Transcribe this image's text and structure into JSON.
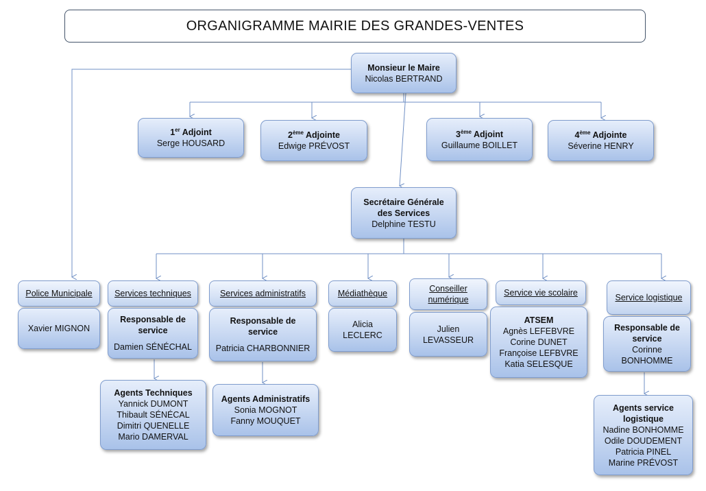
{
  "title": "ORGANIGRAMME MAIRIE DES GRANDES-VENTES",
  "maire": {
    "role": "Monsieur le Maire",
    "name": "Nicolas BERTRAND"
  },
  "adjoints": [
    {
      "num": "1",
      "sup": "er",
      "role": " Adjoint",
      "name": "Serge HOUSARD"
    },
    {
      "num": "2",
      "sup": "ème",
      "role": " Adjointe",
      "name": "Edwige PRÉVOST"
    },
    {
      "num": "3",
      "sup": "ème",
      "role": " Adjoint",
      "name": "Guillaume BOILLET"
    },
    {
      "num": "4",
      "sup": "ème",
      "role": " Adjointe",
      "name": "Séverine HENRY"
    }
  ],
  "secretaire": {
    "role_line1": "Secrétaire Générale",
    "role_line2": "des Services",
    "name": "Delphine TESTU"
  },
  "services": {
    "police": {
      "header": "Police Municipale",
      "name": "Xavier MIGNON"
    },
    "techniques": {
      "header": "Services techniques",
      "resp_role_1": "Responsable de",
      "resp_role_2": "service",
      "resp_name": "Damien SÉNÉCHAL",
      "agents_title": "Agents Techniques",
      "agents": [
        "Yannick DUMONT",
        "Thibault SÉNÉCAL",
        "Dimitri QUENELLE",
        "Mario DAMERVAL"
      ]
    },
    "administratifs": {
      "header": "Services administratifs",
      "resp_role_1": "Responsable de",
      "resp_role_2": "service",
      "resp_name": "Patricia CHARBONNIER",
      "agents_title": "Agents Administratifs",
      "agents": [
        "Sonia MOGNOT",
        "Fanny MOUQUET"
      ]
    },
    "mediatheque": {
      "header": "Médiathèque",
      "name_1": "Alicia",
      "name_2": "LECLERC"
    },
    "conseiller": {
      "header_1": "Conseiller",
      "header_2": "numérique",
      "name_1": "Julien",
      "name_2": "LEVASSEUR"
    },
    "scolaire": {
      "header": "Service vie scolaire",
      "group_title": "ATSEM",
      "agents": [
        "Agnès LEFEBVRE",
        "Corine DUNET",
        "Françoise LEFBVRE",
        "Katia SELESQUE"
      ]
    },
    "logistique": {
      "header": "Service logistique",
      "resp_role_1": "Responsable de",
      "resp_role_2": "service",
      "resp_name_1": "Corinne",
      "resp_name_2": "BONHOMME",
      "agents_title_1": "Agents service",
      "agents_title_2": "logistique",
      "agents": [
        "Nadine BONHOMME",
        "Odile DOUDEMENT",
        "Patricia PINEL",
        "Marine PRÉVOST"
      ]
    }
  },
  "colors": {
    "box_fill": "#c5d6f1",
    "box_border": "#7f9ccd",
    "connector": "#6f8fc4",
    "title_border": "#44546a"
  }
}
